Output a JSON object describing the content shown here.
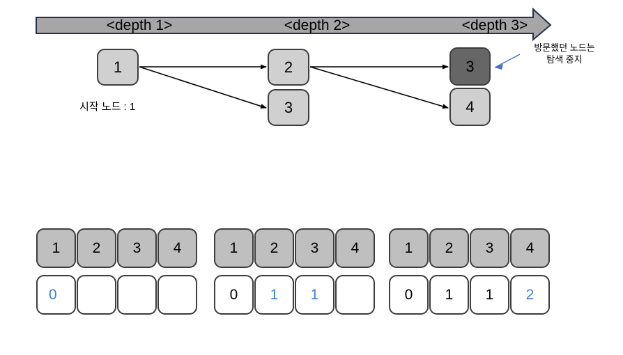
{
  "banner": {
    "name": "depth-progress-arrow",
    "fill": "#a6a6a6",
    "stroke": "#26304a",
    "labels": [
      "<depth 1>",
      "<depth 2>",
      "<depth 3>"
    ]
  },
  "graph": {
    "nodes": [
      {
        "id": "node-1",
        "label": "1",
        "state": "light"
      },
      {
        "id": "node-2",
        "label": "2",
        "state": "light"
      },
      {
        "id": "node-3",
        "label": "3",
        "state": "light"
      },
      {
        "id": "node-4",
        "label": "3",
        "state": "dark"
      },
      {
        "id": "node-5",
        "label": "4",
        "state": "light"
      }
    ],
    "start_node_label": "시작 노드 : 1",
    "visited_note": "방문했던 노드는\n탐색 중지",
    "note_arrow_color": "#4472c4",
    "edge_color": "#000000",
    "node_light_fill": "#d0d0d0",
    "node_dark_fill": "#666666",
    "node_stroke": "#3d3d3d"
  },
  "tables": [
    {
      "name": "distance-table-step-1",
      "headers": [
        "1",
        "2",
        "3",
        "4"
      ],
      "values": [
        "0",
        "",
        "",
        ""
      ],
      "value_colors": [
        "blue",
        "none",
        "none",
        "none"
      ]
    },
    {
      "name": "distance-table-step-2",
      "headers": [
        "1",
        "2",
        "3",
        "4"
      ],
      "values": [
        "0",
        "1",
        "1",
        ""
      ],
      "value_colors": [
        "black",
        "blue",
        "blue",
        "none"
      ]
    },
    {
      "name": "distance-table-step-3",
      "headers": [
        "1",
        "2",
        "3",
        "4"
      ],
      "values": [
        "0",
        "1",
        "1",
        "2"
      ],
      "value_colors": [
        "black",
        "black",
        "black",
        "blue"
      ]
    }
  ],
  "colors": {
    "header_cell_fill": "#bfbfbf",
    "value_highlight": "#3f7fcf",
    "cell_stroke": "#3d3d3d",
    "background": "#ffffff"
  }
}
